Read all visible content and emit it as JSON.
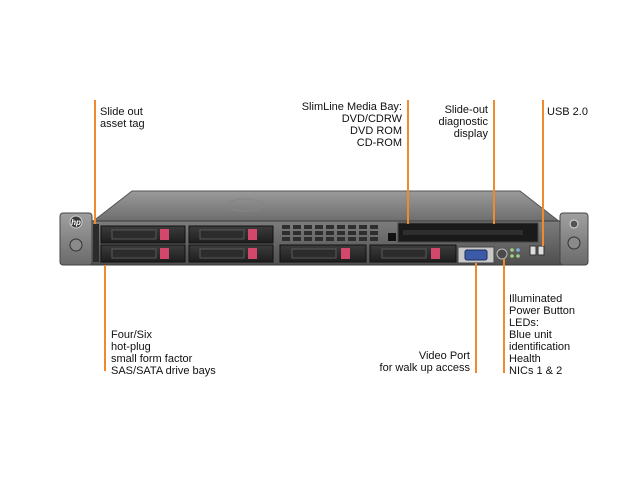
{
  "callouts": {
    "asset_tag": "Slide out\nasset tag",
    "media_bay": "SlimLine Media Bay:\nDVD/CDRW\nDVD ROM\nCD-ROM",
    "diagnostic": "Slide-out\ndiagnostic\ndisplay",
    "usb": "USB 2.0",
    "drive_bays": "Four/Six\nhot-plug\nsmall form factor\nSAS/SATA drive bays",
    "video_port": "Video Port\nfor walk up access",
    "power_leds": "Illuminated\nPower Button\nLEDs:\nBlue unit\nidentification\nHealth\nNICs 1 & 2"
  },
  "server": {
    "brand_logo": "hp"
  },
  "colors": {
    "leader_line": "#f08a2c",
    "chassis": "#6e6e6e",
    "drive_latch": "#d2486a"
  }
}
